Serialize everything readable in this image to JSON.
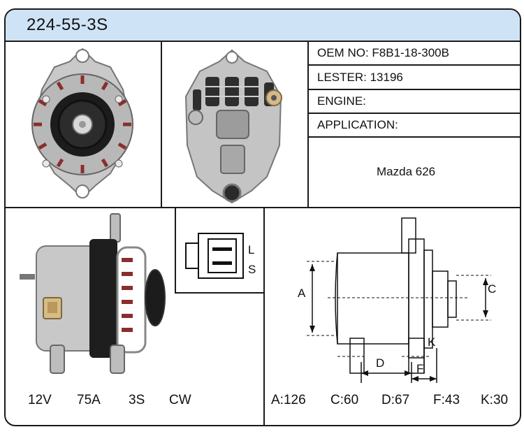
{
  "header": {
    "part_number": "224-55-3S"
  },
  "info": {
    "oem": "OEM NO: F8B1-18-300B",
    "lester": "LESTER: 13196",
    "engine": "ENGINE:",
    "application_label": "APPLICATION:",
    "application_value": "Mazda 626"
  },
  "connector": {
    "pin_l": "L",
    "pin_s": "S"
  },
  "specs": {
    "voltage": "12V",
    "amperage": "75A",
    "groove": "3S",
    "rotation": "CW"
  },
  "diagram_labels": {
    "a": "A",
    "c": "C",
    "d": "D",
    "f": "F",
    "k": "K"
  },
  "dimensions": {
    "a": "A:126",
    "c": "C:60",
    "d": "D:67",
    "f": "F:43",
    "k": "K:30"
  }
}
